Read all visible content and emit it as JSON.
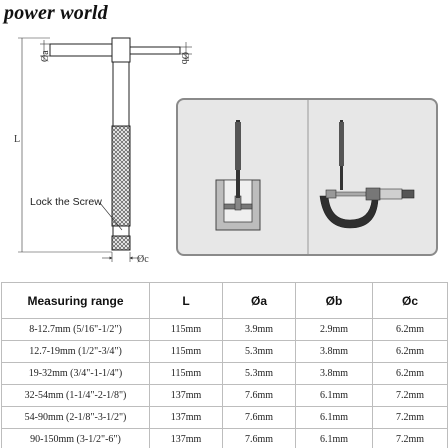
{
  "brand": "power world",
  "diagram": {
    "dim_a": "Øa",
    "dim_b": "Øb",
    "dim_c": "Øc",
    "dim_L": "L",
    "callout": "Lock the Screw"
  },
  "table": {
    "headers": [
      "Measuring range",
      "L",
      "Øa",
      "Øb",
      "Øc"
    ],
    "rows": [
      [
        "8-12.7mm (5/16\"-1/2\")",
        "115mm",
        "3.9mm",
        "2.9mm",
        "6.2mm"
      ],
      [
        "12.7-19mm (1/2\"-3/4\")",
        "115mm",
        "5.3mm",
        "3.8mm",
        "6.2mm"
      ],
      [
        "19-32mm (3/4\"-1-1/4\")",
        "115mm",
        "5.3mm",
        "3.8mm",
        "6.2mm"
      ],
      [
        "32-54mm (1-1/4\"-2-1/8\")",
        "137mm",
        "7.6mm",
        "6.1mm",
        "7.2mm"
      ],
      [
        "54-90mm (2-1/8\"-3-1/2\")",
        "137mm",
        "7.6mm",
        "6.1mm",
        "7.2mm"
      ],
      [
        "90-150mm (3-1/2\"-6\")",
        "137mm",
        "7.6mm",
        "6.1mm",
        "7.2mm"
      ]
    ]
  }
}
